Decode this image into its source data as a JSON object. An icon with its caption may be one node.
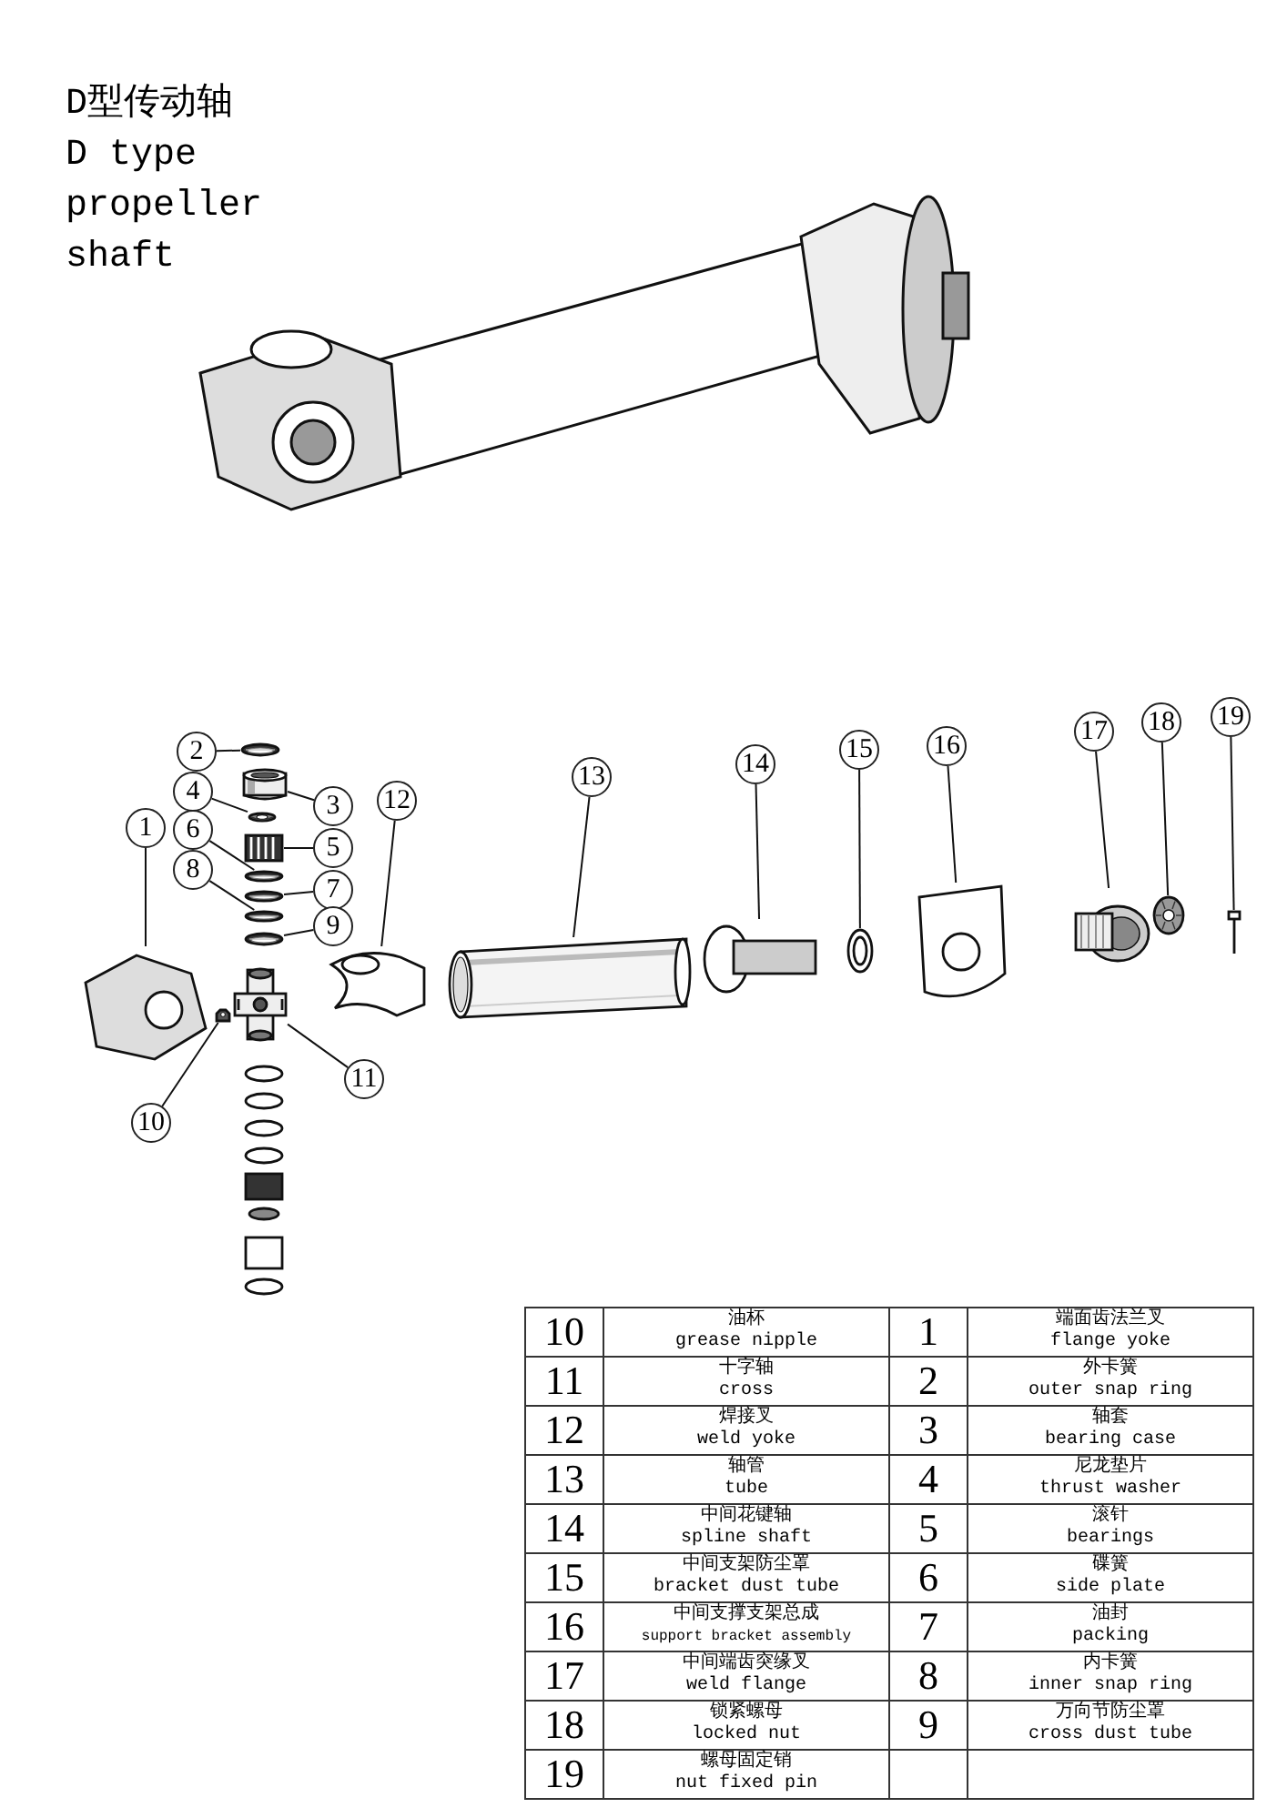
{
  "diagram": {
    "title": "D型传动轴 D type propeller shaft",
    "nodes": [
      {
        "text": [
          "1"
        ]
      },
      {
        "text": [
          "2"
        ]
      },
      {
        "text": [
          "3"
        ]
      },
      {
        "text": [
          "4"
        ]
      },
      {
        "text": [
          "5"
        ]
      },
      {
        "text": [
          "6"
        ]
      },
      {
        "text": [
          "7"
        ]
      },
      {
        "text": [
          "8"
        ]
      },
      {
        "text": [
          "9"
        ]
      },
      {
        "text": [
          "10"
        ]
      },
      {
        "text": [
          "11"
        ]
      },
      {
        "text": [
          "12"
        ]
      },
      {
        "text": [
          "13"
        ]
      },
      {
        "text": [
          "14"
        ]
      },
      {
        "text": [
          "15"
        ]
      },
      {
        "text": [
          "16"
        ]
      },
      {
        "text": [
          "17"
        ]
      },
      {
        "text": [
          "18"
        ]
      },
      {
        "text": [
          "19"
        ]
      },
      {
        "text": [],
        "shape": "picture"
      },
      {
        "text": [],
        "shape": "picture"
      },
      {
        "text": [],
        "shape": "picture"
      },
      {
        "text": [],
        "shape": "picture"
      },
      {
        "text": [],
        "shape": "picture"
      },
      {
        "text": [],
        "shape": "picture"
      },
      {
        "text": [],
        "shape": "picture"
      },
      {
        "text": [],
        "shape": "picture"
      },
      {
        "text": [],
        "shape": "picture"
      },
      {
        "text": [],
        "shape": "picture"
      },
      {
        "text": [],
        "shape": "picture"
      },
      {
        "text": [],
        "shape": "picture"
      },
      {
        "text": [],
        "shape": "picture"
      },
      {
        "text": [],
        "shape": "picture"
      },
      {
        "text": [],
        "shape": "picture"
      },
      {
        "text": [],
        "shape": "picture"
      },
      {
        "text": [],
        "shape": "picture"
      },
      {
        "text": [],
        "shape": "picture"
      },
      {
        "text": [],
        "shape": "picture"
      }
    ],
    "edges": [
      {
        "from": 0,
        "to": 19,
        "arrow": "none"
      },
      {
        "from": 1,
        "to": 20,
        "arrow": "none"
      },
      {
        "from": 2,
        "to": 21,
        "arrow": "none"
      },
      {
        "from": 3,
        "to": 22,
        "arrow": "none"
      },
      {
        "from": 4,
        "to": 23,
        "arrow": "none"
      },
      {
        "from": 5,
        "to": 24,
        "arrow": "none"
      },
      {
        "from": 6,
        "to": 25,
        "arrow": "none"
      },
      {
        "from": 7,
        "to": 26,
        "arrow": "none"
      },
      {
        "from": 8,
        "to": 27,
        "arrow": "none"
      },
      {
        "from": 9,
        "to": 28,
        "arrow": "none"
      },
      {
        "from": 10,
        "to": 29,
        "arrow": "none"
      },
      {
        "from": 11,
        "to": 30,
        "arrow": "none"
      },
      {
        "from": 12,
        "to": 31,
        "arrow": "none"
      },
      {
        "from": 13,
        "to": 32,
        "arrow": "none"
      },
      {
        "from": 14,
        "to": 33,
        "arrow": "none"
      },
      {
        "from": 15,
        "to": 34,
        "arrow": "none"
      },
      {
        "from": 16,
        "to": 35,
        "arrow": "none"
      },
      {
        "from": 17,
        "to": 36,
        "arrow": "none"
      },
      {
        "from": 18,
        "to": 37,
        "arrow": "none"
      }
    ],
    "labels": [
      "10",
      "油杯",
      "grease nipple",
      "1",
      "端面齿法兰叉",
      "flange yoke",
      "11",
      "十字轴",
      "cross",
      "2",
      "外卡簧",
      "outer snap ring",
      "12",
      "焊接叉",
      "weld yoke",
      "3",
      "轴套",
      "bearing case",
      "13",
      "轴管",
      "tube",
      "4",
      "尼龙垫片",
      "thrust washer",
      "14",
      "中间花键轴",
      "spline shaft",
      "5",
      "滚针",
      "bearings",
      "15",
      "中间支架防尘罩",
      "bracket dust tube",
      "6",
      "碟簧",
      "side plate",
      "16",
      "中间支撑支架总成",
      "support bracket assembly",
      "7",
      "油封",
      "packing",
      "17",
      "中间端齿突缘叉",
      "weld flange",
      "8",
      "内卡簧",
      "inner snap ring",
      "18",
      "锁紧螺母",
      "locked nut",
      "9",
      "万向节防尘罩",
      "cross dust tube",
      "19",
      "螺母固定销",
      "nut fixed pin"
    ]
  }
}
